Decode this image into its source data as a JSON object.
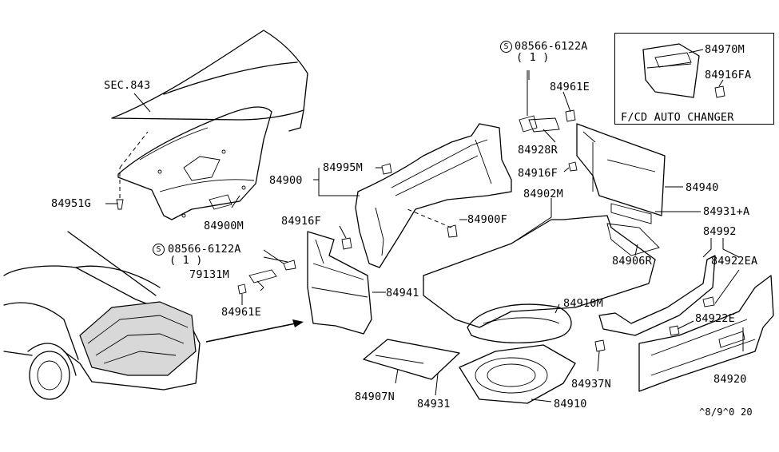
{
  "labels": {
    "sec843": "SEC.843",
    "p84951G": "84951G",
    "p84900M": "84900M",
    "s_left": "S",
    "p08566_left": "08566-6122A",
    "qty_left": "( 1 )",
    "p79131M": "79131M",
    "p84961E_left": "84961E",
    "p84916F_left": "84916F",
    "p84941": "84941",
    "p84900": "84900",
    "p84995M": "84995M",
    "p84900F": "84900F",
    "s_top": "S",
    "p08566_top": "08566-6122A",
    "qty_top": "( 1 )",
    "p84961E_top": "84961E",
    "p84928R": "84928R",
    "p84916F_mid": "84916F",
    "p84902M": "84902M",
    "p84940": "84940",
    "p84931A": "84931+A",
    "p84906R": "84906R",
    "p84992": "84992",
    "p84922EA": "84922EA",
    "p84922E": "84922E",
    "p84920": "84920",
    "p84910M": "84910M",
    "p84937N": "84937N",
    "p84910": "84910",
    "p84907N": "84907N",
    "p84931": "84931",
    "p84970M": "84970M",
    "p84916FA": "84916FA",
    "fcd": "F/CD AUTO CHANGER",
    "code": "^8/9^0 20"
  }
}
